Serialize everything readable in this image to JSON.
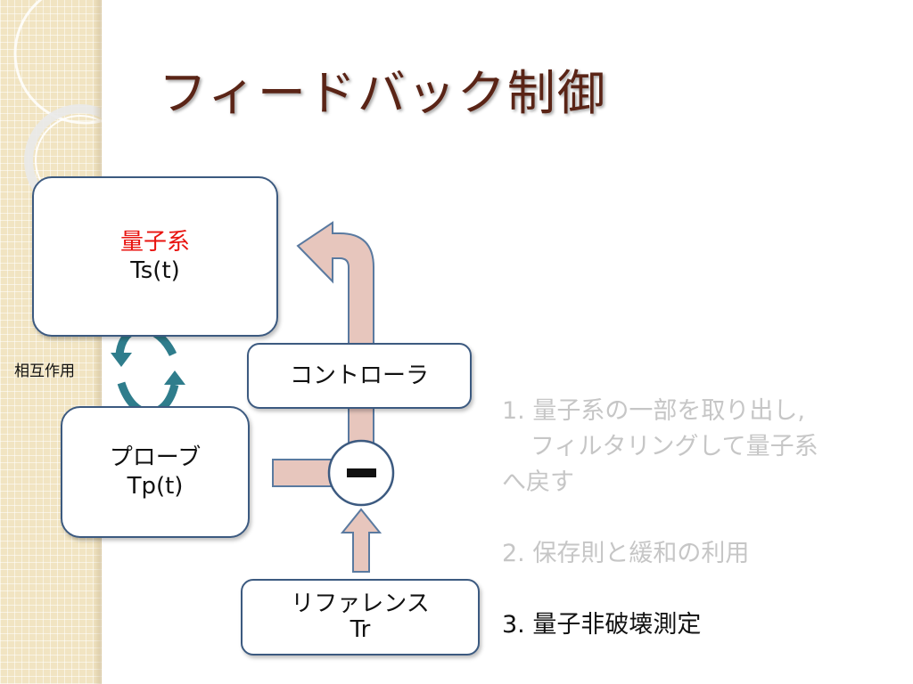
{
  "slide": {
    "title": "フィードバック制御"
  },
  "diagram": {
    "quantum_system": {
      "label": "量子系",
      "symbol": "Ts(t)",
      "label_color": "#e8130f"
    },
    "probe": {
      "label": "プローブ",
      "symbol": "Tp(t)"
    },
    "controller": {
      "label": "コントローラ"
    },
    "reference": {
      "label": "リファレンス",
      "symbol": "Tr"
    },
    "interaction_label": "相互作用",
    "comparator_symbol": "−",
    "colors": {
      "box_border": "#3c5a80",
      "arrow_fill": "#e7c6bd",
      "arrow_stroke": "#5a7aa0",
      "cycle_arrow": "#2f7d8c"
    }
  },
  "list": {
    "item1_line1": "1. 量子系の一部を取り出し,",
    "item1_line2": "フィルタリングして量子系",
    "item1_line3": "へ戻す",
    "item2": "2. 保存則と緩和の利用",
    "item3": "3. 量子非破壊測定",
    "dim_color": "#c6c6c6",
    "active_color": "#111111"
  }
}
